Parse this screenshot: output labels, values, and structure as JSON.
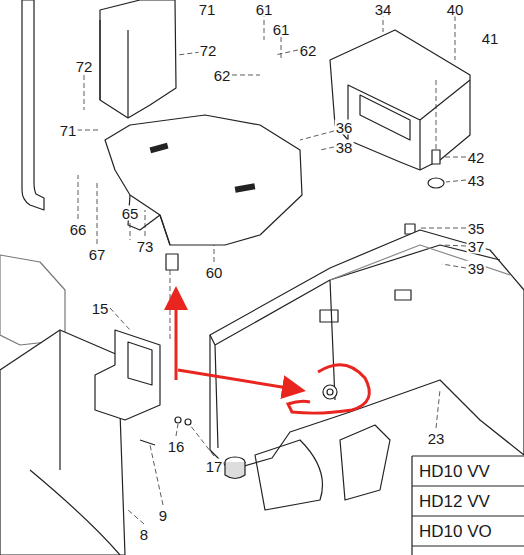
{
  "diagram": {
    "labels": [
      "71",
      "61",
      "34",
      "40",
      "41",
      "72",
      "61",
      "62",
      "72",
      "62",
      "71",
      "36",
      "38",
      "42",
      "43",
      "66",
      "67",
      "65",
      "73",
      "35",
      "37",
      "39",
      "60",
      "15",
      "16",
      "17",
      "23",
      "9",
      "8",
      "HD10 VV",
      "HD12 VV",
      "HD10 VO"
    ]
  }
}
